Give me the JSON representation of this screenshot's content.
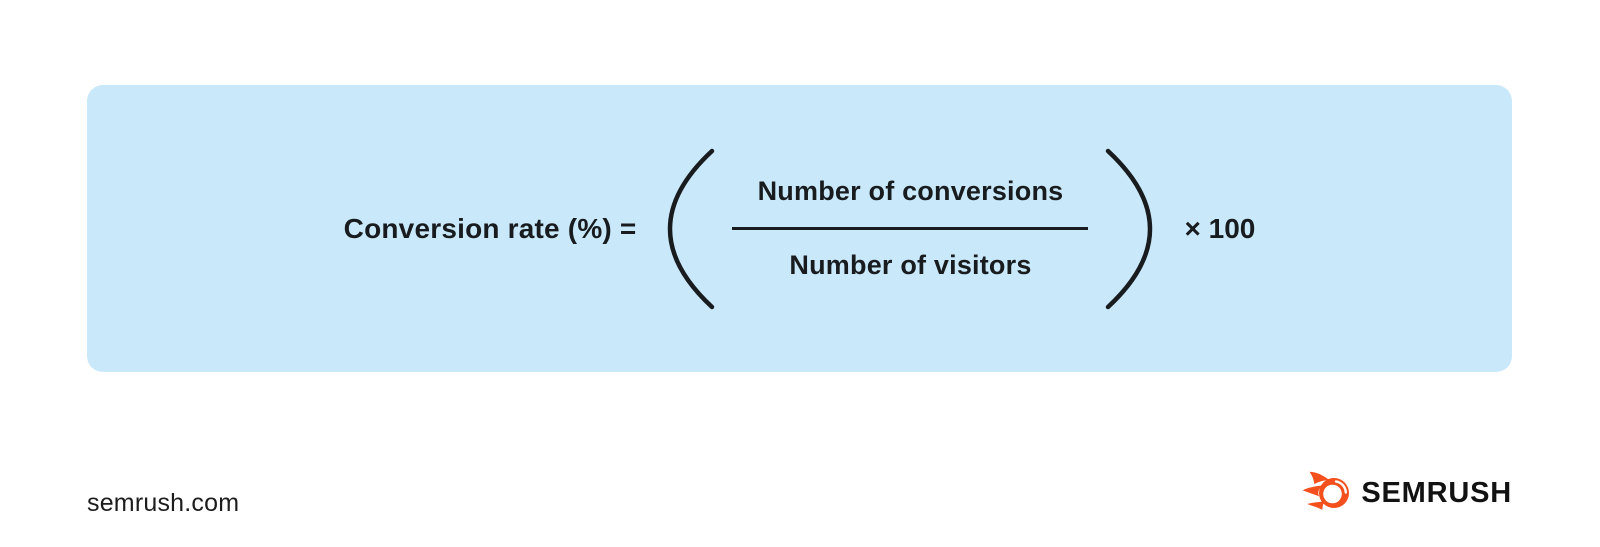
{
  "banner": {
    "bg_color": "#C9E9FA"
  },
  "formula": {
    "lhs_label": "Conversion rate (%) =",
    "numerator": "Number of conversions",
    "denominator": "Number of visitors",
    "multiplier": "× 100",
    "text_color": "#191C1F"
  },
  "footer": {
    "website": "semrush.com",
    "brand_name": "SEMRUSH",
    "logo_icon": "semrush-comet-icon",
    "logo_color": "#F4501E",
    "wordmark_color": "#121212"
  }
}
